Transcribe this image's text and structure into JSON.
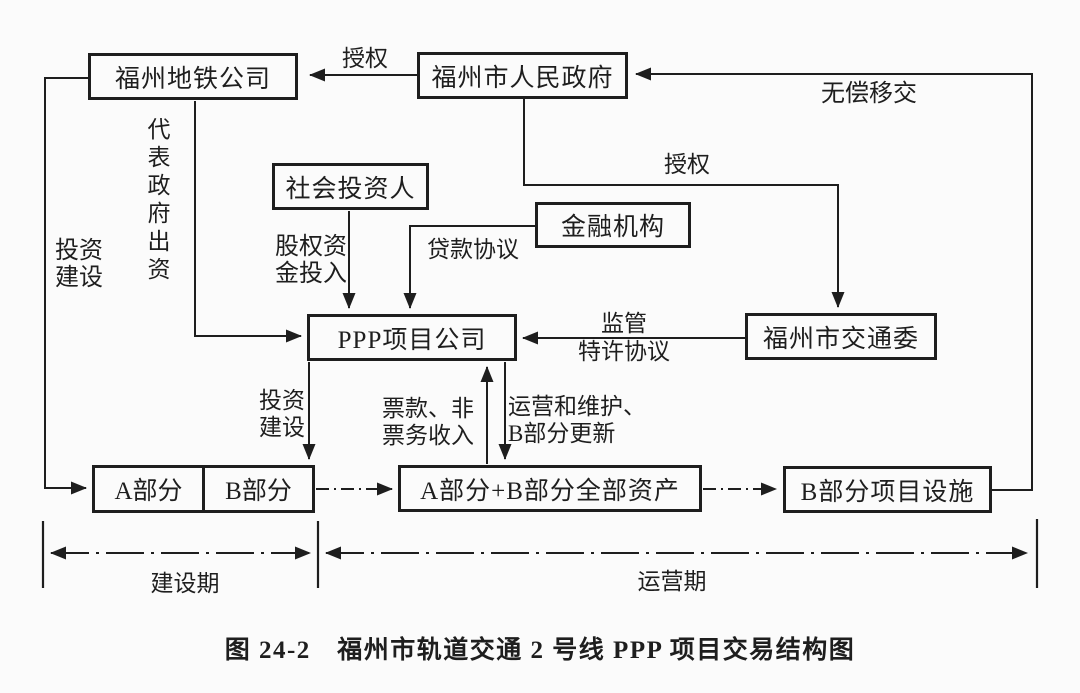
{
  "palette": {
    "background": "#fbfbfb",
    "ink": "#1e1e1e"
  },
  "nodes": {
    "metro": "福州地铁公司",
    "government": "福州市人民政府",
    "investor": "社会投资人",
    "finance": "金融机构",
    "ppp": "PPP项目公司",
    "transport": "福州市交通委",
    "part_a": "A部分",
    "part_b": "B部分",
    "assets": "A部分+B部分全部资产",
    "b_facility": "B部分项目设施"
  },
  "labels": {
    "authorize_top": "授权",
    "free_transfer": "无偿移交",
    "delegate_funding": "代表政府出资",
    "invest_build_left": {
      "line1": "投资",
      "line2": "建设"
    },
    "equity_funding": {
      "line1": "股权资",
      "line2": "金投入"
    },
    "loan_agreement": "贷款协议",
    "authorize_right": "授权",
    "supervision": "监管",
    "franchise_agreement": "特许协议",
    "invest_build_mid": {
      "line1": "投资",
      "line2": "建设"
    },
    "fare_revenue": {
      "line1": "票款、非",
      "line2": "票务收入"
    },
    "operation_maintenance": {
      "line1": "运营和维护、",
      "line2": "B部分更新"
    },
    "construction_period": "建设期",
    "operation_period": "运营期"
  },
  "caption": "图 24-2　福州市轨道交通 2 号线 PPP 项目交易结构图"
}
